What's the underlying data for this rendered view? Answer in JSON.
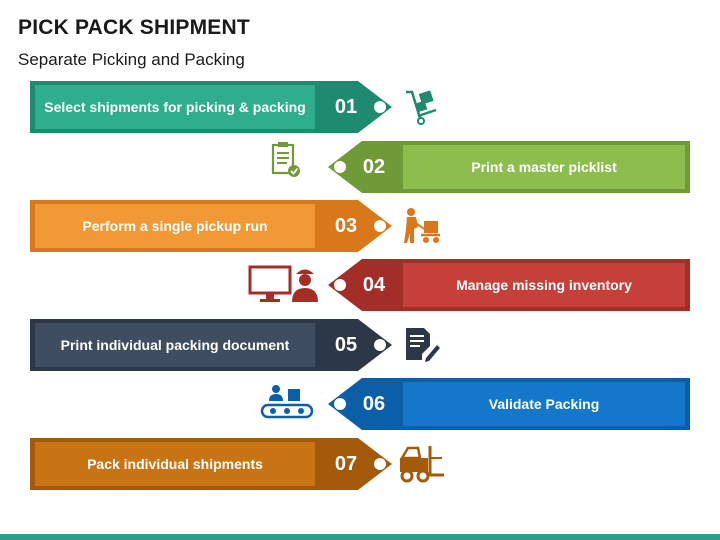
{
  "title": "PICK PACK SHIPMENT",
  "subtitle": "Separate Picking and Packing",
  "steps": [
    {
      "number": "01",
      "label": "Select shipments for picking & packing",
      "color": "#1f8a6f",
      "light": "#2fae8c",
      "direction": "right",
      "icon": "hand-truck-icon"
    },
    {
      "number": "02",
      "label": "Print a master picklist",
      "color": "#6f9a37",
      "light": "#8cbd4d",
      "direction": "left",
      "icon": "clipboard-check-icon"
    },
    {
      "number": "03",
      "label": "Perform a single pickup run",
      "color": "#d9771b",
      "light": "#f19a35",
      "direction": "right",
      "icon": "worker-cart-icon"
    },
    {
      "number": "04",
      "label": "Manage missing inventory",
      "color": "#a32d27",
      "light": "#c5403a",
      "direction": "left",
      "icon": "monitor-operator-icon"
    },
    {
      "number": "05",
      "label": "Print individual packing document",
      "color": "#2c3847",
      "light": "#3f4d60",
      "direction": "right",
      "icon": "document-pen-icon"
    },
    {
      "number": "06",
      "label": "Validate Packing",
      "color": "#0b5ea8",
      "light": "#1577c9",
      "direction": "left",
      "icon": "conveyor-worker-icon"
    },
    {
      "number": "07",
      "label": "Pack individual shipments",
      "color": "#a35a0b",
      "light": "#c97414",
      "direction": "right",
      "icon": "forklift-icon"
    }
  ]
}
